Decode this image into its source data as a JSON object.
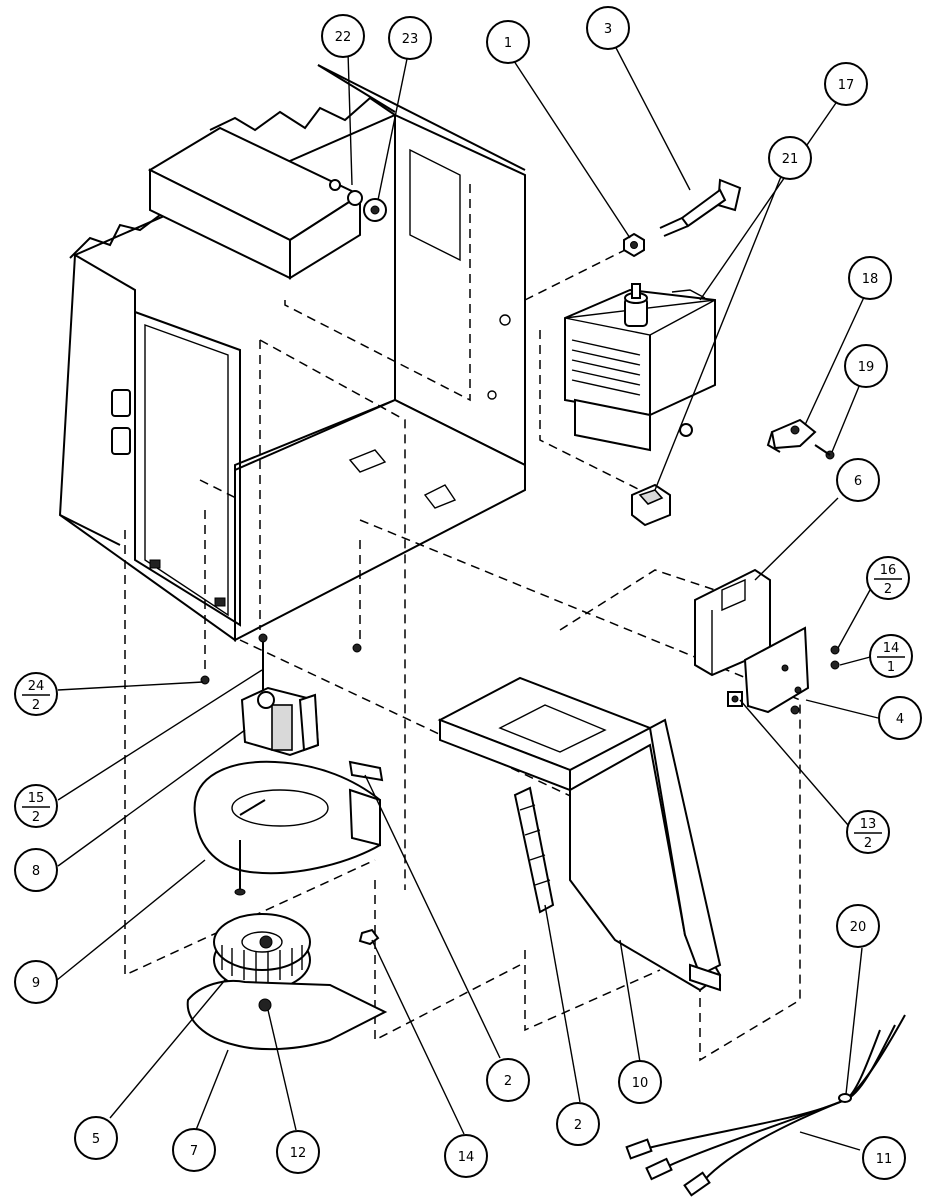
{
  "callouts": [
    {
      "id": "c22",
      "top": "22"
    },
    {
      "id": "c23",
      "top": "23"
    },
    {
      "id": "c1",
      "top": "1"
    },
    {
      "id": "c3",
      "top": "3"
    },
    {
      "id": "c17",
      "top": "17"
    },
    {
      "id": "c21",
      "top": "21"
    },
    {
      "id": "c18",
      "top": "18"
    },
    {
      "id": "c19",
      "top": "19"
    },
    {
      "id": "c6",
      "top": "6"
    },
    {
      "id": "c16",
      "top": "16",
      "bottom": "2"
    },
    {
      "id": "c14a",
      "top": "14",
      "bottom": "1"
    },
    {
      "id": "c4",
      "top": "4"
    },
    {
      "id": "c13",
      "top": "13",
      "bottom": "2"
    },
    {
      "id": "c24",
      "top": "24",
      "bottom": "2"
    },
    {
      "id": "c15",
      "top": "15",
      "bottom": "2"
    },
    {
      "id": "c8",
      "top": "8"
    },
    {
      "id": "c9",
      "top": "9"
    },
    {
      "id": "c2a",
      "top": "2"
    },
    {
      "id": "c2b",
      "top": "2"
    },
    {
      "id": "c10",
      "top": "10"
    },
    {
      "id": "c5",
      "top": "5"
    },
    {
      "id": "c7",
      "top": "7"
    },
    {
      "id": "c12",
      "top": "12"
    },
    {
      "id": "c14b",
      "top": "14"
    },
    {
      "id": "c20",
      "top": "20"
    },
    {
      "id": "c11",
      "top": "11"
    }
  ]
}
